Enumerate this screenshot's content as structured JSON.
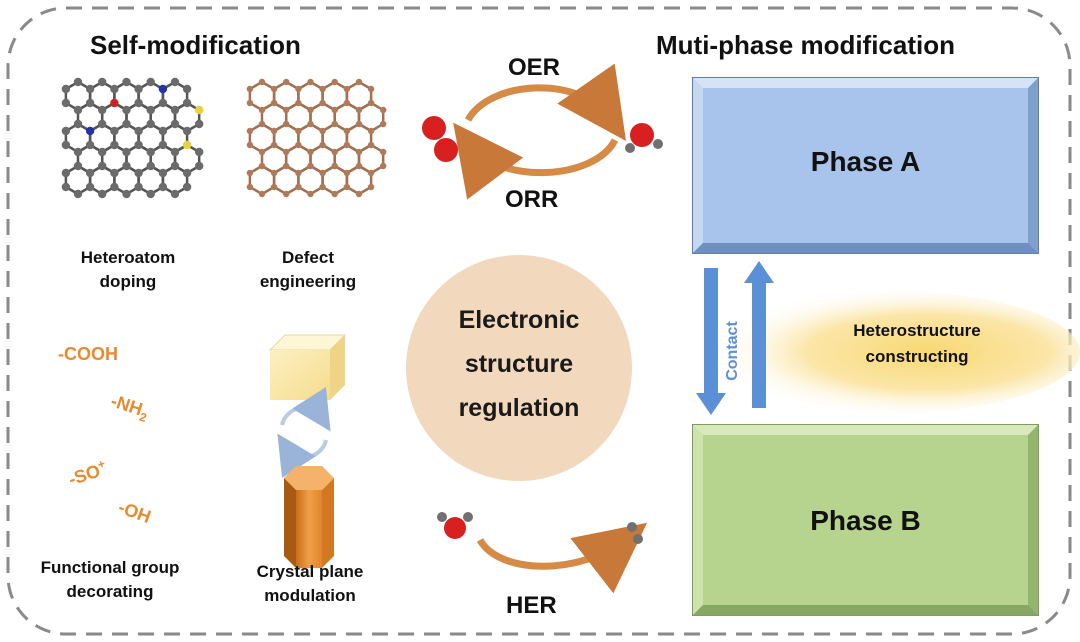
{
  "left_panel": {
    "title": "Self-modification",
    "items": [
      {
        "line1": "Heteroatom",
        "line2": "doping"
      },
      {
        "line1": "Defect",
        "line2": "engineering"
      },
      {
        "line1": "Functional group",
        "line2": "decorating"
      },
      {
        "line1": "Crystal plane",
        "line2": "modulation"
      }
    ],
    "functional_groups": {
      "cooh": "-COOH",
      "nh_main": "-NH",
      "nh_sub": "2",
      "so_main": "-SO",
      "so_sup": "+",
      "oh": "-OH"
    }
  },
  "center_panel": {
    "oer": "OER",
    "orr": "ORR",
    "her": "HER",
    "circle_lines": [
      "Electronic",
      "structure",
      "regulation"
    ]
  },
  "right_panel": {
    "title": "Muti-phase modification",
    "phase_a": "Phase A",
    "phase_b": "Phase B",
    "contact": "Contact",
    "hetero_lines": [
      "Heterostructure",
      "constructing"
    ]
  },
  "colors": {
    "phase_a_fill": "#aec9ee",
    "phase_b_fill": "#b8d68f",
    "circle_fill": "#f2d9bd",
    "orange_text": "#e88a2e",
    "arrow_blue": "#5b8fd6",
    "glow_yellow": "#f7d77a"
  }
}
